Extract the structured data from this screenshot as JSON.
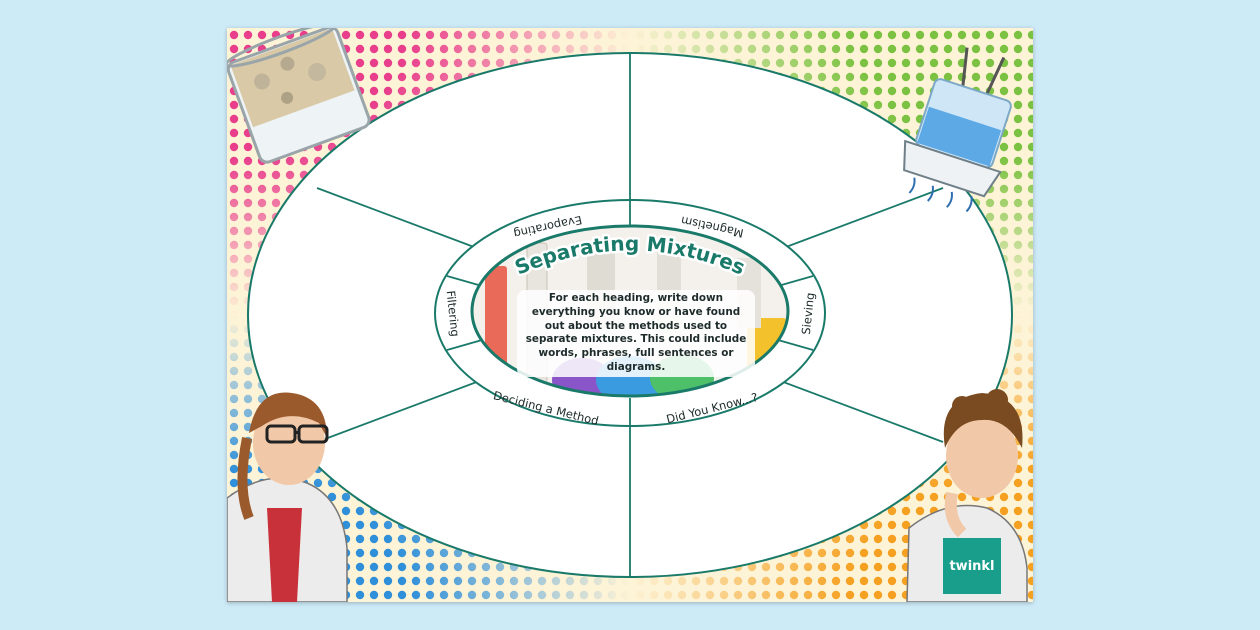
{
  "worksheet": {
    "title": "Separating Mixtures",
    "instructions": "For each heading, write down everything you know or have found out about the methods used to separate mixtures. This could include words, phrases, full sentences or diagrams.",
    "headings": {
      "evaporating": "Evaporating",
      "magnetism": "Magnetism",
      "filtering": "Filtering",
      "sieving": "Sieving",
      "deciding_method": "Deciding a Method",
      "did_you_know": "Did You Know...?"
    },
    "logo_text": "twinkl"
  },
  "colors": {
    "background": "#cdeaf7",
    "paper": "#fdf3d6",
    "accent_green": "#1a7a6a",
    "pink_dots": "#e83e8c",
    "green_dots": "#7cc242",
    "blue_dots": "#2f8fd9",
    "orange_dots": "#f5a020",
    "logo_teal": "#1a9e8c"
  }
}
